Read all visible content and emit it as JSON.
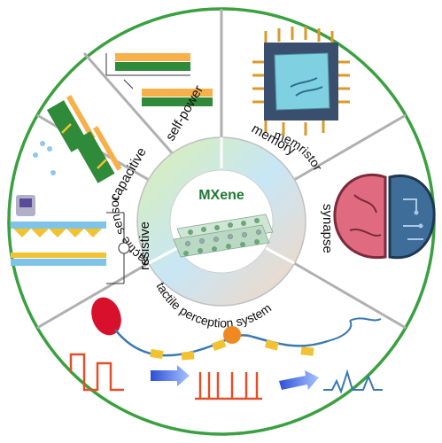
{
  "center": {
    "title": "MXene"
  },
  "inner_ring": {
    "tactile_sensor": "tactile sensor",
    "memristor": "memristor",
    "perception": "tactile perception system"
  },
  "segments": {
    "self_power": "self-power",
    "capacitive": "capacitive",
    "resistive": "resistive",
    "memory": "memory",
    "synapse": "synapse"
  },
  "colors": {
    "outer_ring": "#3aa040",
    "divider": "#aaaaaa",
    "center_text": "#1f7a33",
    "chip": "#7fd0e0",
    "brain_left": "#e06a80",
    "brain_right": "#3f6d9a",
    "signal": "#e0502a",
    "axon": "#3a78b0"
  }
}
